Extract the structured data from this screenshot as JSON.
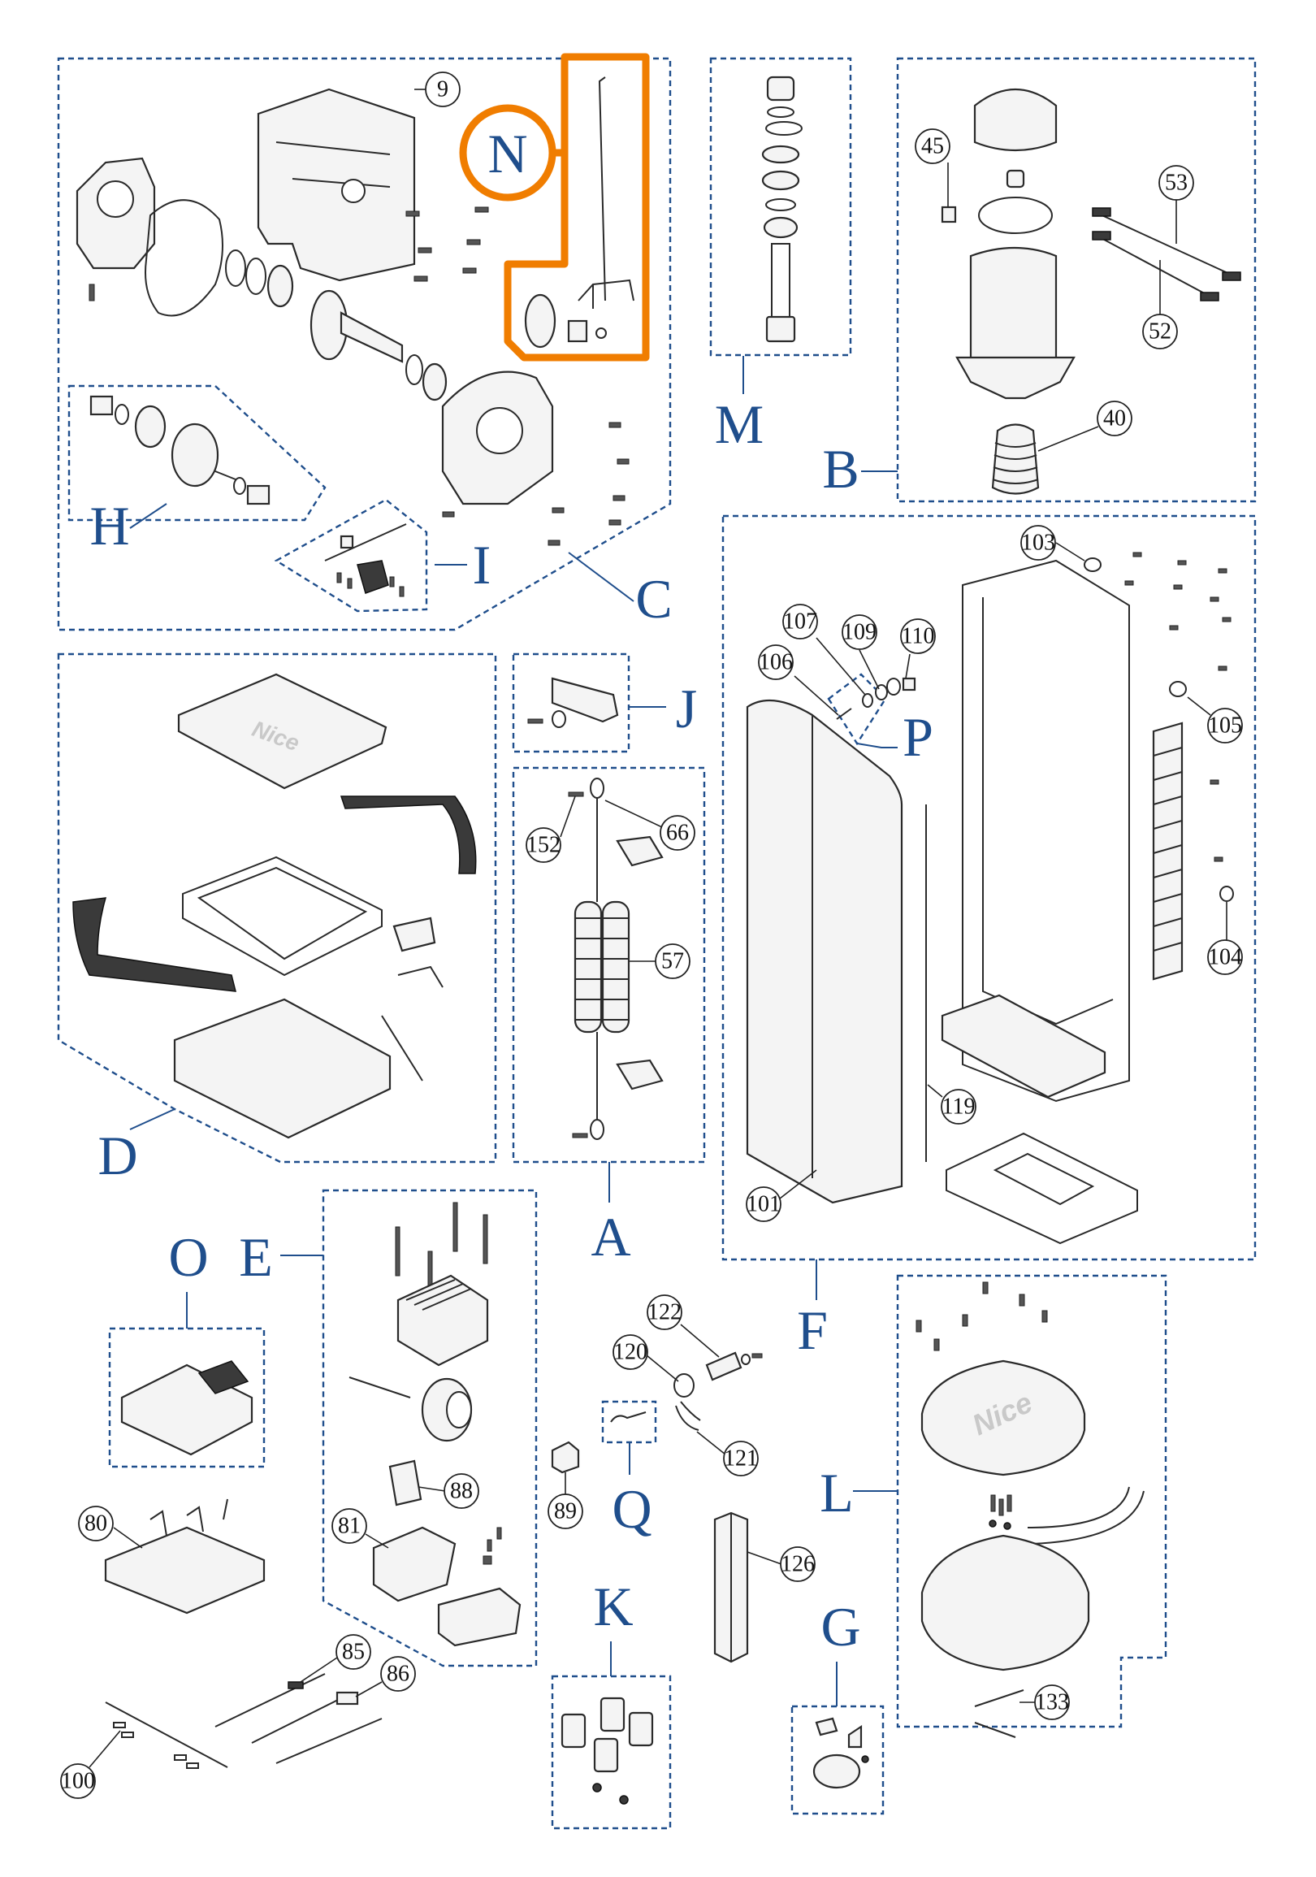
{
  "groups": [
    {
      "id": "N",
      "label": "N"
    },
    {
      "id": "M",
      "label": "M"
    },
    {
      "id": "B",
      "label": "B"
    },
    {
      "id": "H",
      "label": "H"
    },
    {
      "id": "I",
      "label": "I"
    },
    {
      "id": "C",
      "label": "C"
    },
    {
      "id": "J",
      "label": "J"
    },
    {
      "id": "P",
      "label": "P"
    },
    {
      "id": "D",
      "label": "D"
    },
    {
      "id": "A",
      "label": "A"
    },
    {
      "id": "O",
      "label": "O"
    },
    {
      "id": "E",
      "label": "E"
    },
    {
      "id": "F",
      "label": "F"
    },
    {
      "id": "Q",
      "label": "Q"
    },
    {
      "id": "L",
      "label": "L"
    },
    {
      "id": "K",
      "label": "K"
    },
    {
      "id": "G",
      "label": "G"
    }
  ],
  "callouts": [
    "9",
    "45",
    "53",
    "52",
    "40",
    "103",
    "107",
    "109",
    "110",
    "106",
    "105",
    "104",
    "152",
    "66",
    "57",
    "119",
    "101",
    "122",
    "120",
    "121",
    "89",
    "88",
    "81",
    "80",
    "85",
    "86",
    "100",
    "126",
    "133"
  ],
  "brand": {
    "cover_logo": "Nice",
    "lid_logo": "Nice"
  },
  "colors": {
    "group_frame": "#1f4e8c",
    "highlight": "#f07d00",
    "part_outline": "#2a2a2a"
  }
}
